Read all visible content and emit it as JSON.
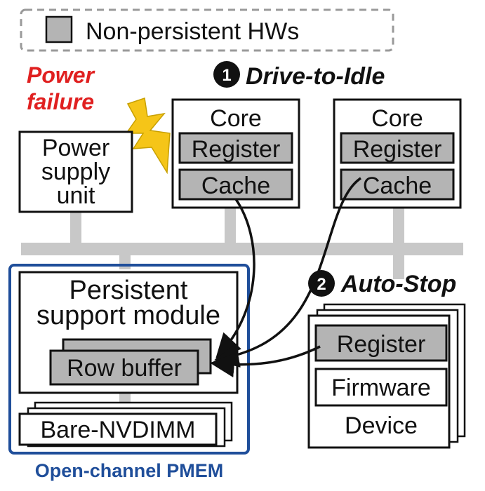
{
  "legend": {
    "label": "Non-persistent HWs",
    "swatch_color": "#b4b4b4"
  },
  "power_failure": {
    "line1": "Power",
    "line2": "failure",
    "color": "#e02020",
    "icon": "lightning-bolt-icon",
    "bolt_color": "#f5c518"
  },
  "psu": {
    "line1": "Power",
    "line2": "supply",
    "line3": "unit"
  },
  "steps": [
    {
      "number": "1",
      "label": "Drive-to-Idle"
    },
    {
      "number": "2",
      "label": "Auto-Stop"
    }
  ],
  "cores": [
    {
      "title": "Core",
      "register": "Register",
      "cache": "Cache"
    },
    {
      "title": "Core",
      "register": "Register",
      "cache": "Cache"
    }
  ],
  "pmem": {
    "caption": "Open-channel PMEM",
    "accent": "#1f4e9a",
    "psm_line1": "Persistent",
    "psm_line2": "support module",
    "row_buffer": "Row buffer",
    "nvdimm": "Bare-NVDIMM"
  },
  "device": {
    "register": "Register",
    "firmware": "Firmware",
    "label": "Device"
  },
  "colors": {
    "bus": "#c8c8c8",
    "box_fill_gray": "#b4b4b4"
  }
}
